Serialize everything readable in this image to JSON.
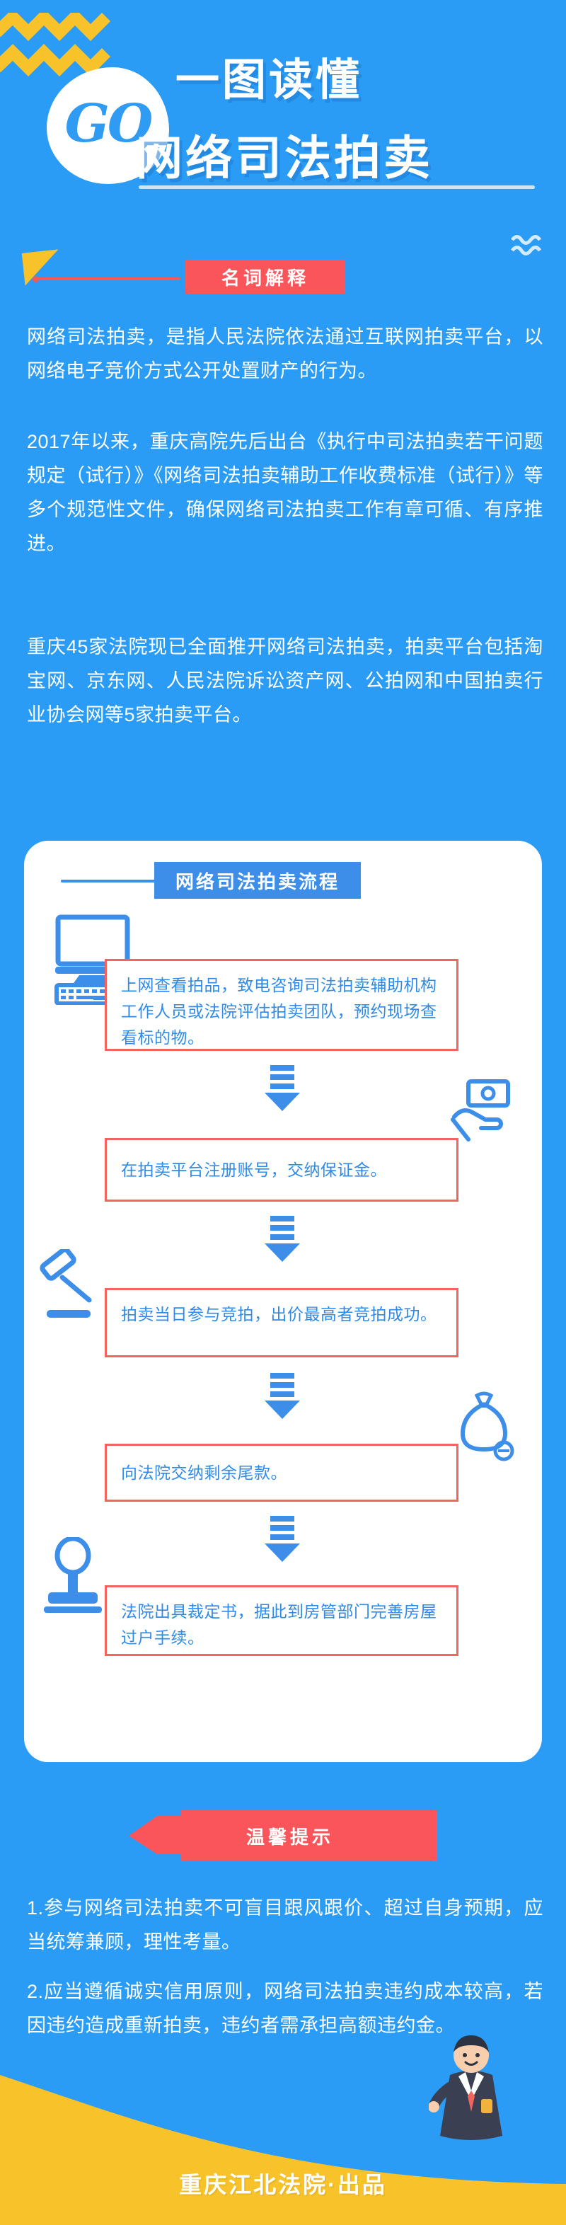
{
  "meta": {
    "colors": {
      "background_blue": "#2b9cf5",
      "accent_red": "#f9555a",
      "step_border_red": "#f4645f",
      "flow_blue": "#3d8ee8",
      "yellow": "#f8c32a",
      "card_white": "#ffffff"
    }
  },
  "header": {
    "badge": "GO",
    "title_line1": "一图读懂",
    "title_line2": "网络司法拍卖"
  },
  "definition": {
    "banner_label": "名词解释",
    "paragraphs": [
      "网络司法拍卖，是指人民法院依法通过互联网拍卖平台，以网络电子竞价方式公开处置财产的行为。",
      "2017年以来，重庆高院先后出台《执行中司法拍卖若干问题规定（试行）》《网络司法拍卖辅助工作收费标准（试行）》等多个规范性文件，确保网络司法拍卖工作有章可循、有序推进。",
      "重庆45家法院现已全面推开网络司法拍卖，拍卖平台包括淘宝网、京东网、人民法院诉讼资产网、公拍网和中国拍卖行业协会网等5家拍卖平台。"
    ]
  },
  "flow": {
    "banner_label": "网络司法拍卖流程",
    "steps": [
      {
        "icon": "desktop-computer-icon",
        "text": "上网查看拍品，致电咨询司法拍卖辅助机构工作人员或法院评估拍卖团队，预约现场查看标的物。"
      },
      {
        "icon": "money-hand-icon",
        "text": "在拍卖平台注册账号，交纳保证金。"
      },
      {
        "icon": "gavel-icon",
        "text": "拍卖当日参与竞拍，出价最高者竞拍成功。"
      },
      {
        "icon": "money-bag-icon",
        "text": "向法院交纳剩余尾款。"
      },
      {
        "icon": "stamp-icon",
        "text": "法院出具裁定书，据此到房管部门完善房屋过户手续。"
      }
    ]
  },
  "tips": {
    "banner_label": "温馨提示",
    "items": [
      "1.参与网络司法拍卖不可盲目跟风跟价、超过自身预期，应当统筹兼顾，理性考量。",
      "2.应当遵循诚实信用原则，网络司法拍卖违约成本较高，若因违约造成重新拍卖，违约者需承担高额违约金。"
    ]
  },
  "footer": {
    "text": "重庆江北法院·出品"
  }
}
